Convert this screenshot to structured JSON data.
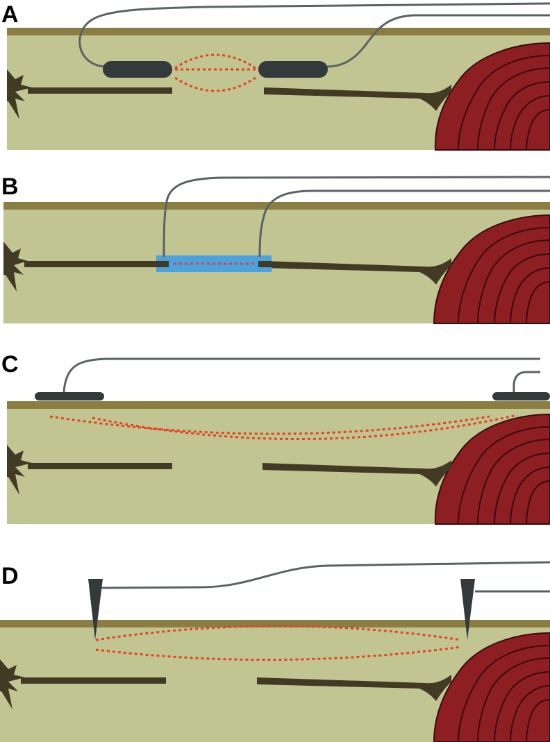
{
  "panels": [
    {
      "label": "A",
      "configuration": "cuff-electrodes-on-severed-nerve"
    },
    {
      "label": "B",
      "configuration": "electrodes-in-nerve-conduit"
    },
    {
      "label": "C",
      "configuration": "surface-electrodes-on-skin"
    },
    {
      "label": "D",
      "configuration": "needle-electrodes-through-skin"
    }
  ],
  "colors": {
    "skin_line": "#8c7d42",
    "tissue": "#c0c592",
    "axon": "#433a26",
    "muscle": "#8d1f23",
    "muscle_stroke": "#3a0a0c",
    "electrode": "#333a3c",
    "wire": "#5b6265",
    "field_line": "#e8411f",
    "conduit": "#4aa3df"
  },
  "icons": {
    "neuron": "neuron-cell-body-icon",
    "muscle": "muscle-fiber-icon",
    "cuff_electrode": "cuff-electrode-icon",
    "surface_electrode": "surface-electrode-icon",
    "needle_electrode": "needle-electrode-icon",
    "conduit": "nerve-conduit-icon"
  }
}
